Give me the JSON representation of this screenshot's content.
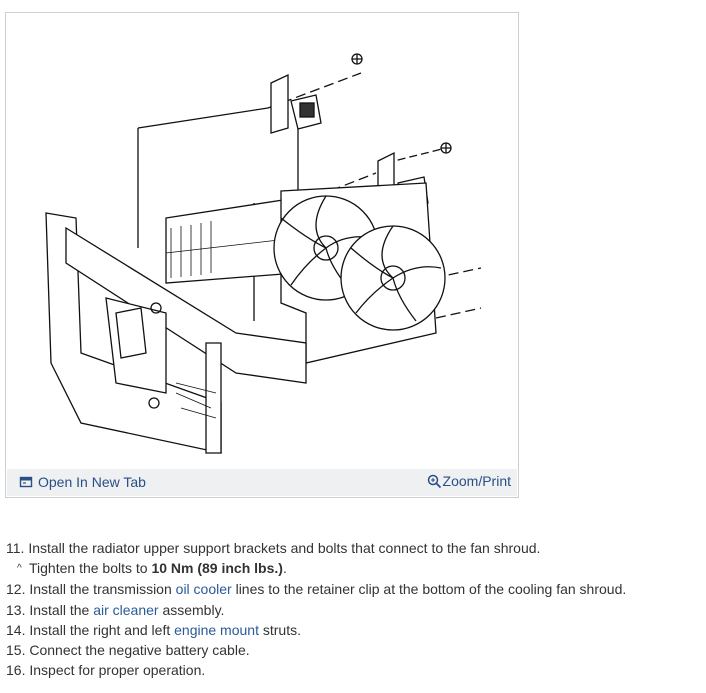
{
  "toolbar": {
    "open_tab_label": "Open In New Tab",
    "zoom_label": "Zoom/Print",
    "open_tab_icon": "open-tab-icon",
    "zoom_icon": "magnifier-icon"
  },
  "steps": {
    "s11": {
      "num": "11.",
      "text": "Install the radiator upper support brackets and bolts that connect to the fan shroud."
    },
    "s11_sub": {
      "caret": "^",
      "pre": "Tighten the bolts to ",
      "bold": "10 Nm (89 inch lbs.)",
      "post": "."
    },
    "s12": {
      "num": "12.",
      "pre": "Install the transmission ",
      "link": "oil cooler",
      "post": " lines to the retainer clip at the bottom of the cooling fan shroud."
    },
    "s13": {
      "num": "13.",
      "pre": "Install the ",
      "link": "air cleaner",
      "post": " assembly."
    },
    "s14": {
      "num": "14.",
      "pre": "Install the right and left ",
      "link": "engine mount",
      "post": " struts."
    },
    "s15": {
      "num": "15.",
      "text": "Connect the negative battery cable."
    },
    "s16": {
      "num": "16.",
      "text": "Inspect for proper operation."
    }
  },
  "colors": {
    "link": "#2a5a9a",
    "toolbar_bg": "#eef0f2",
    "border": "#cfcfcf"
  }
}
